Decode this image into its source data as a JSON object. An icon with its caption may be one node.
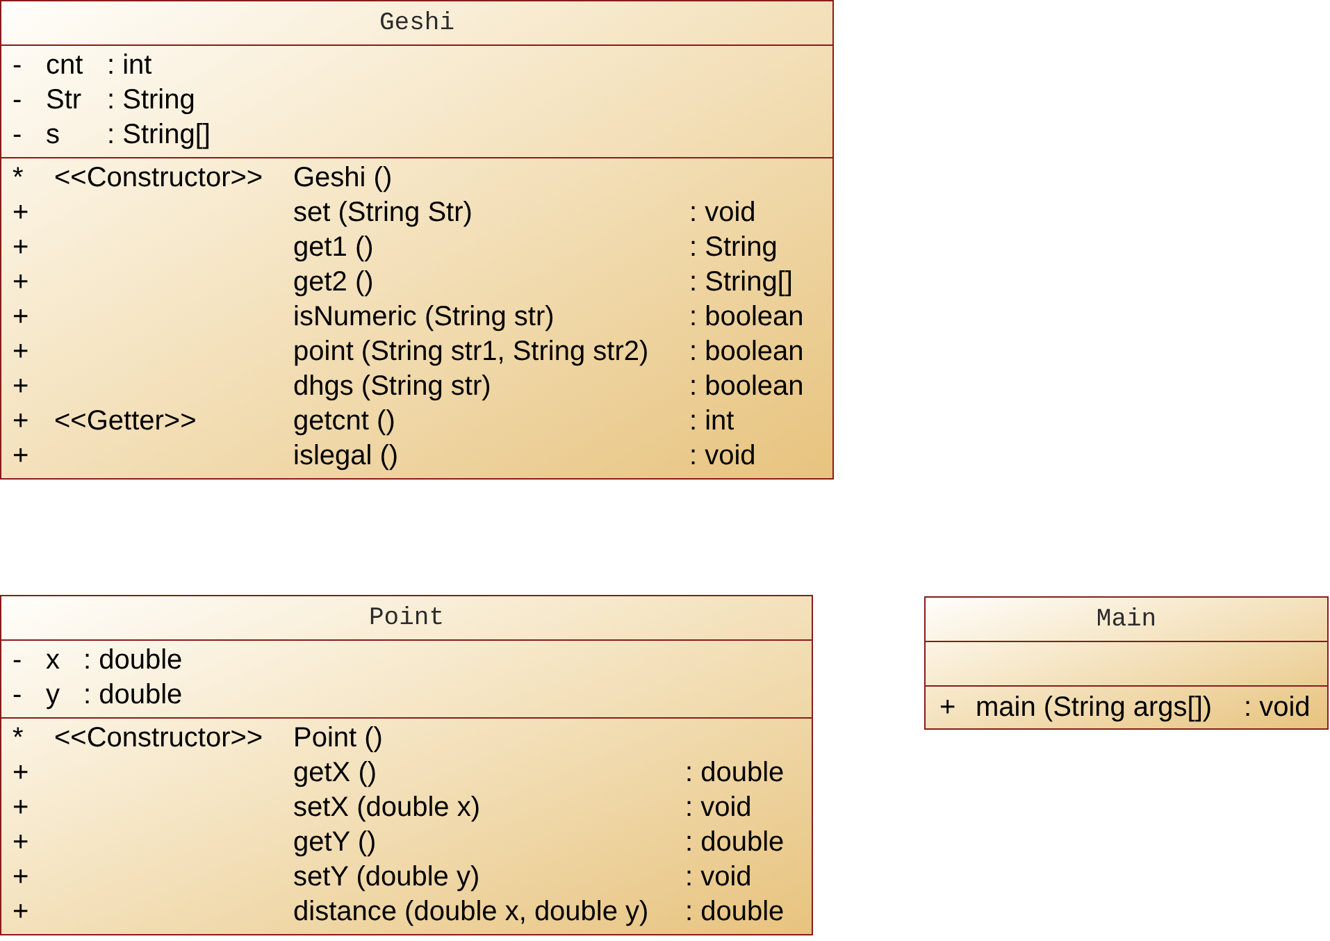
{
  "diagram": {
    "nodes": [
      {
        "text": [
          "Geshi"
        ]
      },
      {
        "text": [
          "- cnt : int",
          "- Str : String",
          "- s : String[]"
        ],
        "in": 0
      },
      {
        "text": [
          "* <<Constructor>> Geshi ()",
          "+ set (String Str) : void",
          "+ get1 () : String",
          "+ get2 () : String[]",
          "+ isNumeric (String str) : boolean",
          "+ point (String str1, String str2) : boolean",
          "+ dhgs (String str) : boolean",
          "+ <<Getter>> getcnt () : int",
          "+ islegal () : void"
        ],
        "in": 0
      },
      {
        "text": [
          "Point"
        ]
      },
      {
        "text": [
          "- x : double",
          "- y : double"
        ],
        "in": 3
      },
      {
        "text": [
          "* <<Constructor>> Point ()",
          "+ getX () : double",
          "+ setX (double x) : void",
          "+ getY () : double",
          "+ setY (double y) : void",
          "+ distance (double x, double y) : double"
        ],
        "in": 3
      },
      {
        "text": [
          "Main"
        ]
      },
      {
        "text": [],
        "shape": "box",
        "in": 6
      },
      {
        "text": [
          "+ main (String args[]) : void"
        ],
        "in": 6
      }
    ]
  }
}
